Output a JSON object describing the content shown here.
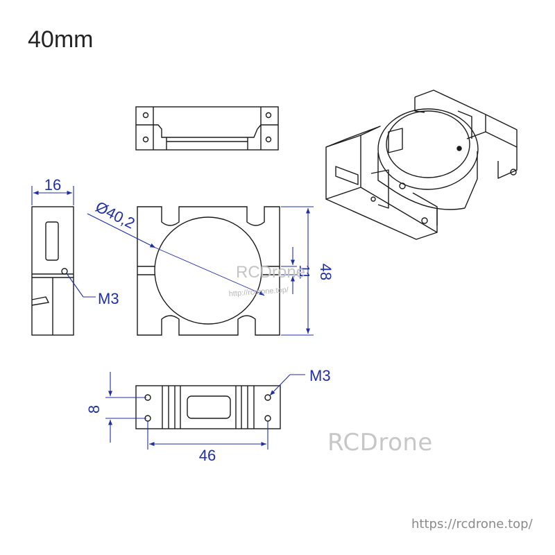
{
  "title": "40mm",
  "dimensions": {
    "width_16": "16",
    "diameter": "Ø40,2",
    "height_48": "48",
    "gap_11": "11",
    "spacing_8": "8",
    "length_46": "46",
    "hole_left": "M3",
    "hole_bottom": "M3"
  },
  "watermarks": {
    "center_brand": "RCDrone",
    "center_url": "http://rcdrone.top/",
    "corner_brand": "RCDrone",
    "corner_url": "https://rcdrone.top/"
  },
  "colors": {
    "outline": "#1a1a1a",
    "dimension": "#1f2fa6",
    "watermark": "#c7c7c7"
  }
}
